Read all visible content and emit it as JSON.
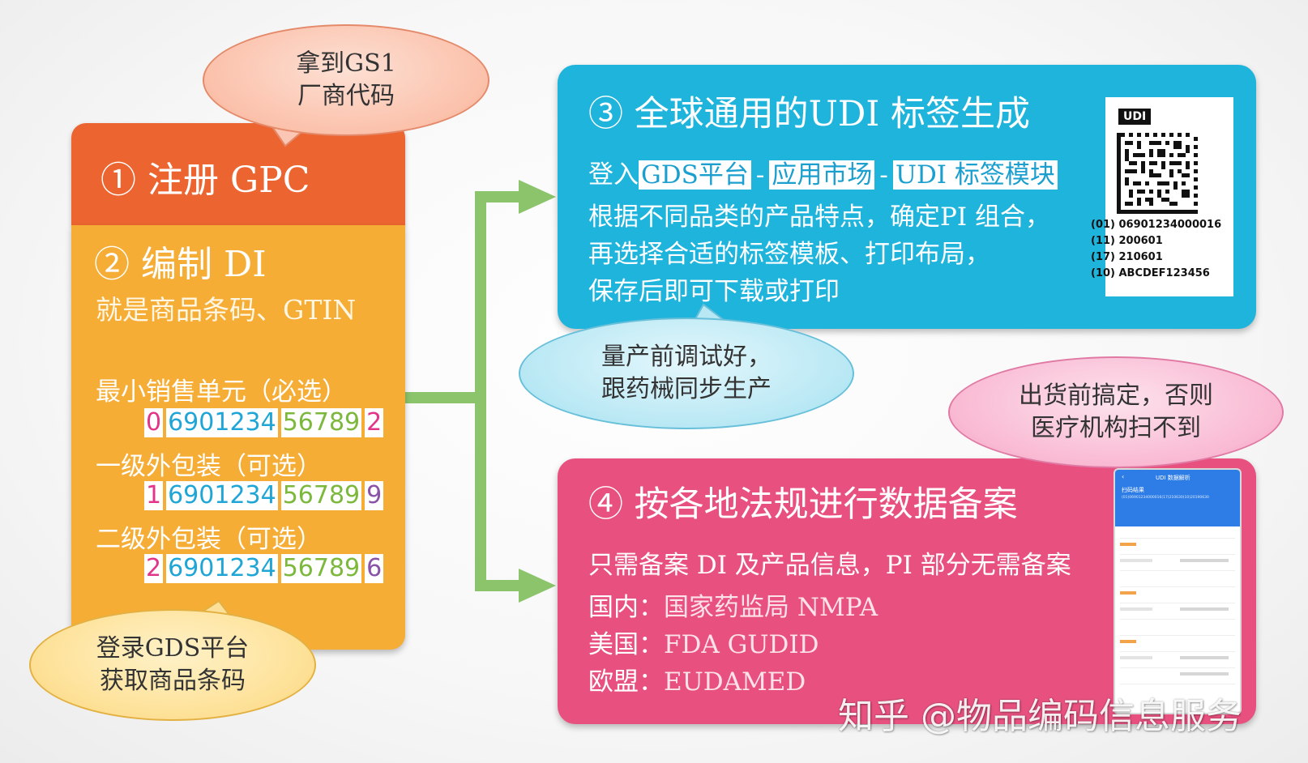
{
  "step1": {
    "title": "① 注册 GPC"
  },
  "step2": {
    "title": "② 编制 DI",
    "subtitle": "就是商品条码、GTIN",
    "packages": [
      {
        "label": "最小销售单元（必选）",
        "code": [
          "0",
          "6901234",
          "56789",
          "2"
        ]
      },
      {
        "label": "一级外包装（可选）",
        "code": [
          "1",
          "6901234",
          "56789",
          "9"
        ]
      },
      {
        "label": "二级外包装（可选）",
        "code": [
          "2",
          "6901234",
          "56789",
          "6"
        ]
      }
    ]
  },
  "step3": {
    "title": "③ 全球通用的UDI 标签生成",
    "login_prefix": "登入",
    "path": [
      "GDS平台",
      "应用市场",
      "UDI 标签模块"
    ],
    "path_sep": "-",
    "lines": [
      "根据不同品类的产品特点，确定PI 组合，",
      "再选择合适的标签模板、打印布局，",
      "保存后即可下载或打印"
    ]
  },
  "udi_label": {
    "badge": "UDI",
    "lines": [
      "(01) 06901234000016",
      "(11) 200601",
      "(17) 210601",
      "(10) ABCDEF123456"
    ]
  },
  "step4": {
    "title": "④ 按各地法规进行数据备案",
    "line1": "只需备案 DI 及产品信息，PI 部分无需备案",
    "regions": [
      {
        "label": "国内：",
        "value": "国家药监局 NMPA"
      },
      {
        "label": "美国：",
        "value": "FDA GUDID"
      },
      {
        "label": "欧盟：",
        "value": "EUDAMED"
      }
    ]
  },
  "phone": {
    "header": "UDI 数据解析",
    "scan_label": "扫码结果",
    "scan_value": "(01)06901234000016(17)210630(10)20190630"
  },
  "bubbles": {
    "gs1": [
      "拿到GS1",
      "厂商代码"
    ],
    "gds": [
      "登录GDS平台",
      "获取商品条码"
    ],
    "trial": [
      "量产前调试好，",
      "跟药械同步生产"
    ],
    "ship": [
      "出货前搞定，否则",
      "医疗机构扫不到"
    ]
  },
  "colors": {
    "gpc": "#ec6530",
    "di": "#f6ad36",
    "udi": "#1fb4dc",
    "filing": "#e8517f",
    "connector": "#8cc46c"
  },
  "watermark": "知乎 @物品编码信息服务"
}
